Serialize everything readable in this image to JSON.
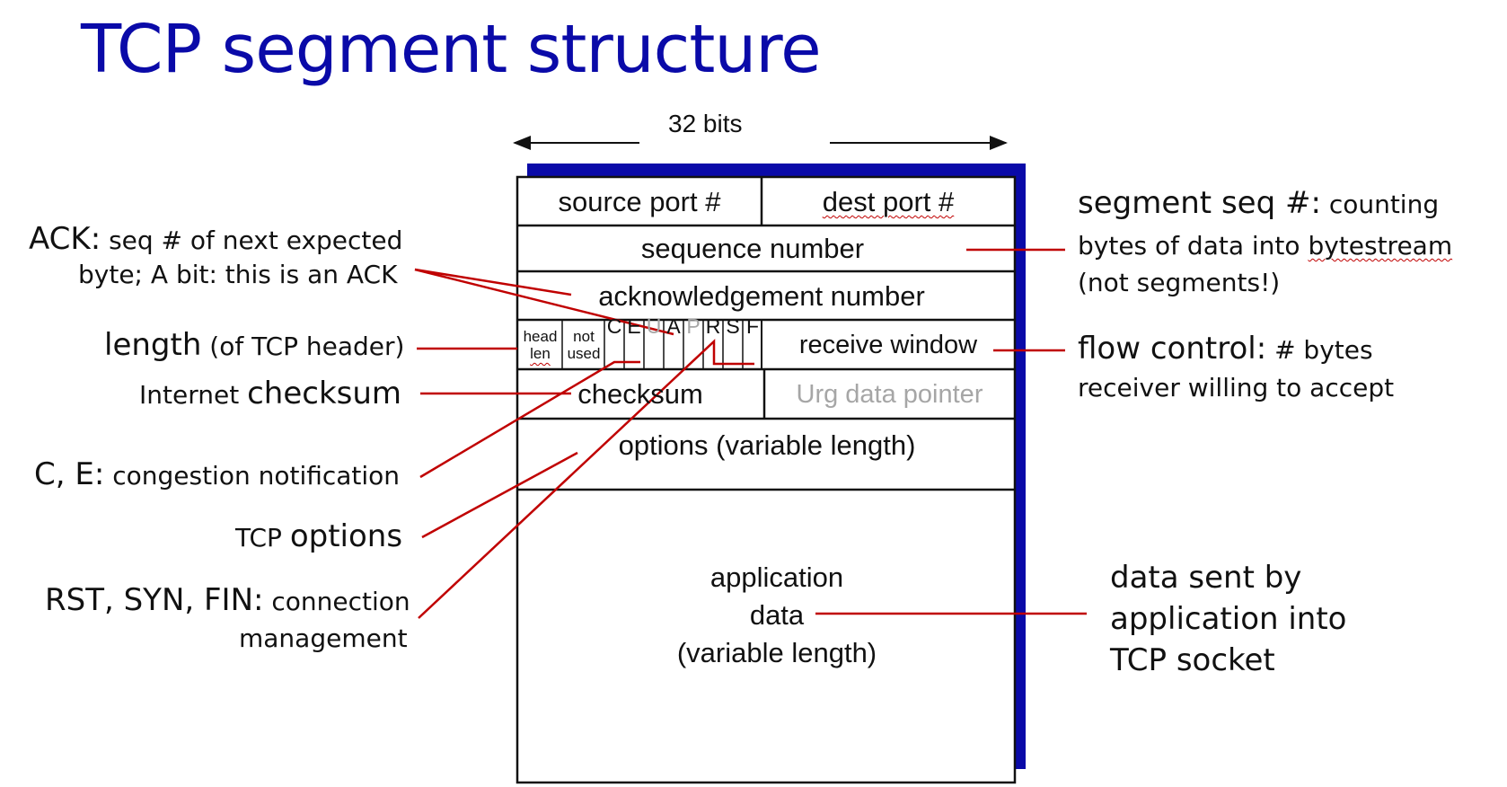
{
  "title": "TCP segment structure",
  "width_label": "32 bits",
  "header_fields": {
    "source_port": "source port #",
    "dest_port": "dest port #",
    "sequence_number": "sequence number",
    "acknowledgement_number": "acknowledgement number",
    "head_len": [
      "head",
      "len"
    ],
    "not_used": [
      "not",
      "used"
    ],
    "flags": [
      "C",
      "E",
      "U",
      "A",
      "P",
      "R",
      "S",
      "F"
    ],
    "receive_window": "receive window",
    "checksum": "checksum",
    "urg_data_pointer": "Urg data pointer",
    "options": "options (variable length)",
    "application_data": [
      "application",
      "data",
      "(variable length)"
    ]
  },
  "annotations_left": {
    "ack": {
      "bold": "ACK:",
      "line1": "seq # of next expected",
      "line2": "byte; A bit: this is an ACK"
    },
    "length": {
      "bold": "length",
      "rest": "(of TCP header)"
    },
    "checksum": {
      "prefix": "Internet",
      "bold": "checksum"
    },
    "ce": {
      "bold": "C, E:",
      "rest": "congestion notification"
    },
    "options": {
      "prefix": "TCP",
      "bold": "options"
    },
    "rsf": {
      "bold": "RST, SYN, FIN:",
      "rest": "connection",
      "line2": "management"
    }
  },
  "annotations_right": {
    "seq": {
      "bold": "segment seq  #:",
      "rest": "counting",
      "line2_a": "bytes of data into ",
      "line2_b": "bytestream",
      "line3": "(not segments!)"
    },
    "flow": {
      "bold": "flow control:",
      "rest": "# bytes",
      "line2": "receiver willing to accept"
    },
    "data": {
      "line1": "data sent by",
      "line2": "application into",
      "line3": "TCP socket"
    }
  },
  "colors": {
    "title": "#0a0aa8",
    "shadow": "#0a0aa8",
    "leader_lines": "#c00000",
    "grayed_flags": "#a6a6a6"
  }
}
